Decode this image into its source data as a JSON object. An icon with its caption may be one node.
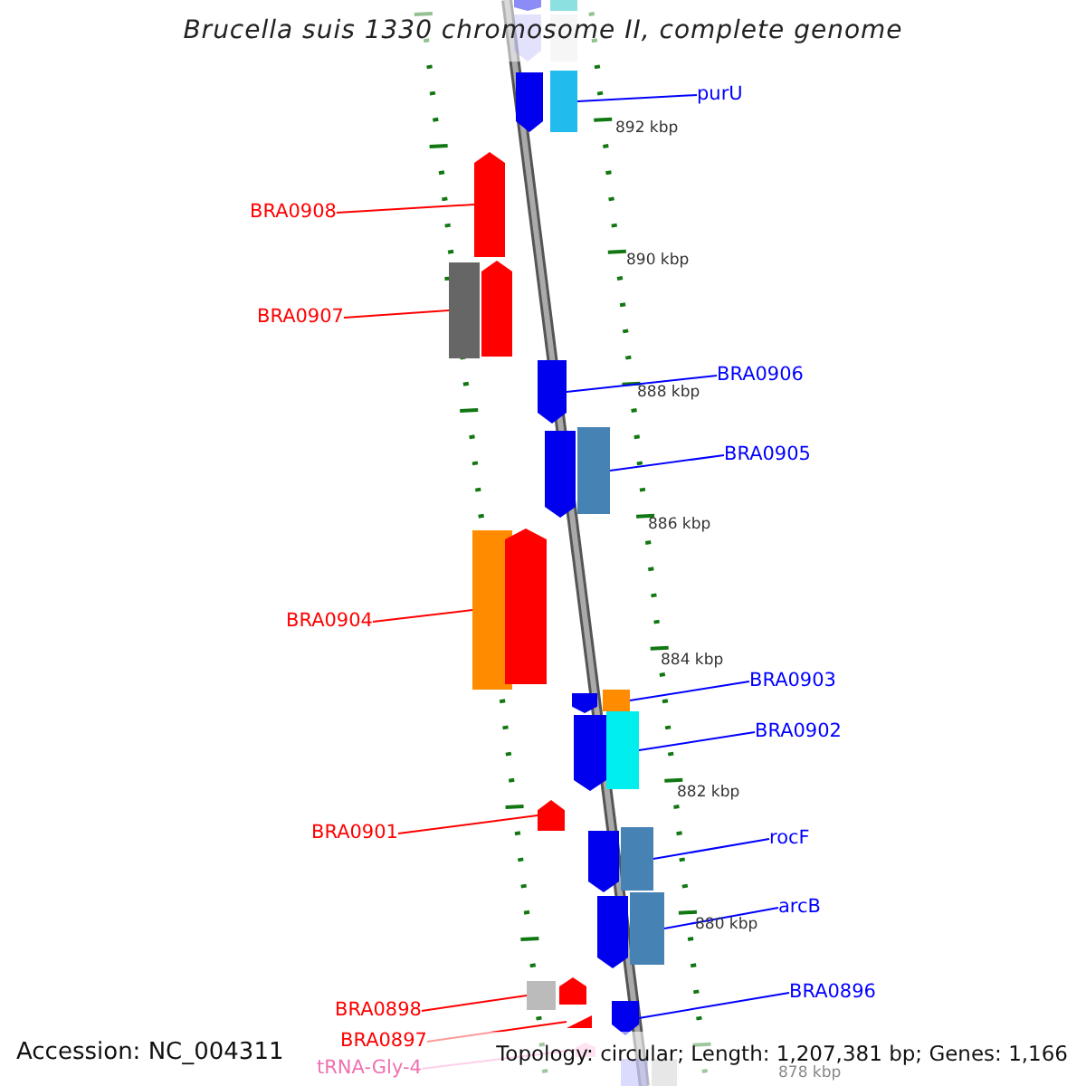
{
  "diagram": {
    "title": "Brucella suis 1330 chromosome II, complete genome",
    "nodes": [
      {
        "text": [
          "purU"
        ]
      },
      {
        "text": [],
        "shape": "box"
      },
      {
        "text": [
          "BRA0908"
        ]
      },
      {
        "text": [],
        "shape": "arrow"
      },
      {
        "text": [
          "BRA0907"
        ]
      },
      {
        "text": [],
        "shape": "box"
      },
      {
        "text": [
          "BRA0906"
        ]
      },
      {
        "text": [],
        "shape": "arrow"
      },
      {
        "text": [
          "BRA0905"
        ]
      },
      {
        "text": [],
        "shape": "box"
      },
      {
        "text": [
          "BRA0904"
        ]
      },
      {
        "text": [],
        "shape": "box"
      },
      {
        "text": [
          "BRA0903"
        ]
      },
      {
        "text": [],
        "shape": "box"
      },
      {
        "text": [
          "BRA0902"
        ]
      },
      {
        "text": [],
        "shape": "box"
      },
      {
        "text": [
          "BRA0901"
        ]
      },
      {
        "text": [],
        "shape": "arrow"
      },
      {
        "text": [
          "rocF"
        ]
      },
      {
        "text": [],
        "shape": "box"
      },
      {
        "text": [
          "arcB"
        ]
      },
      {
        "text": [],
        "shape": "box"
      },
      {
        "text": [
          "BRA0896"
        ]
      },
      {
        "text": [],
        "shape": "arrow"
      },
      {
        "text": [
          "BRA0898"
        ]
      },
      {
        "text": [],
        "shape": "box"
      },
      {
        "text": [
          "BRA0897"
        ]
      },
      {
        "text": [],
        "shape": "arrow"
      },
      {
        "text": [
          "tRNA-Gly-4"
        ]
      },
      {
        "text": [],
        "shape": "arrow"
      },
      {
        "text": [],
        "shape": "box"
      },
      {
        "text": [],
        "shape": "arrow"
      },
      {
        "text": [],
        "shape": "box"
      },
      {
        "text": [],
        "shape": "arrow"
      },
      {
        "text": [],
        "shape": "arrow"
      },
      {
        "text": [],
        "shape": "arrow"
      },
      {
        "text": [],
        "shape": "arrow"
      },
      {
        "text": [],
        "shape": "arrow"
      },
      {
        "text": [],
        "shape": "arrow"
      },
      {
        "text": [],
        "shape": "arrow"
      },
      {
        "text": [],
        "shape": "arrow"
      },
      {
        "text": [],
        "shape": "arrow"
      },
      {
        "text": [],
        "shape": "box"
      },
      {
        "text": [],
        "shape": "box"
      },
      {
        "text": [],
        "shape": "arrow"
      }
    ],
    "edges": [
      {
        "from": 0,
        "to": 1,
        "arrow": "none"
      },
      {
        "from": 2,
        "to": 3,
        "arrow": "none",
        "color": "#ff0000"
      },
      {
        "from": 4,
        "to": 5,
        "arrow": "none",
        "color": "#ff0000"
      },
      {
        "from": 6,
        "to": 7,
        "arrow": "none"
      },
      {
        "from": 8,
        "to": 9,
        "arrow": "none"
      },
      {
        "from": 10,
        "to": 11,
        "arrow": "none",
        "color": "#ff0000"
      },
      {
        "from": 12,
        "to": 13,
        "arrow": "none"
      },
      {
        "from": 14,
        "to": 15,
        "arrow": "none"
      },
      {
        "from": 16,
        "to": 17,
        "arrow": "none",
        "color": "#ff0000"
      },
      {
        "from": 18,
        "to": 19,
        "arrow": "none"
      },
      {
        "from": 20,
        "to": 21,
        "arrow": "none"
      },
      {
        "from": 22,
        "to": 23,
        "arrow": "none"
      },
      {
        "from": 24,
        "to": 25,
        "arrow": "none",
        "color": "#ff0000"
      },
      {
        "from": 26,
        "to": 27,
        "arrow": "none",
        "color": "#ff0000"
      },
      {
        "from": 28,
        "to": 44,
        "arrow": "none",
        "color": "#ff88cc"
      }
    ],
    "labels": [
      "892 kbp",
      "890 kbp",
      "888 kbp",
      "886 kbp",
      "884 kbp",
      "882 kbp",
      "880 kbp",
      "Accession: NC_004311",
      "878 kbp",
      "Topology: circular; Length: 1,207,381 bp; Genes: 1,166"
    ]
  }
}
